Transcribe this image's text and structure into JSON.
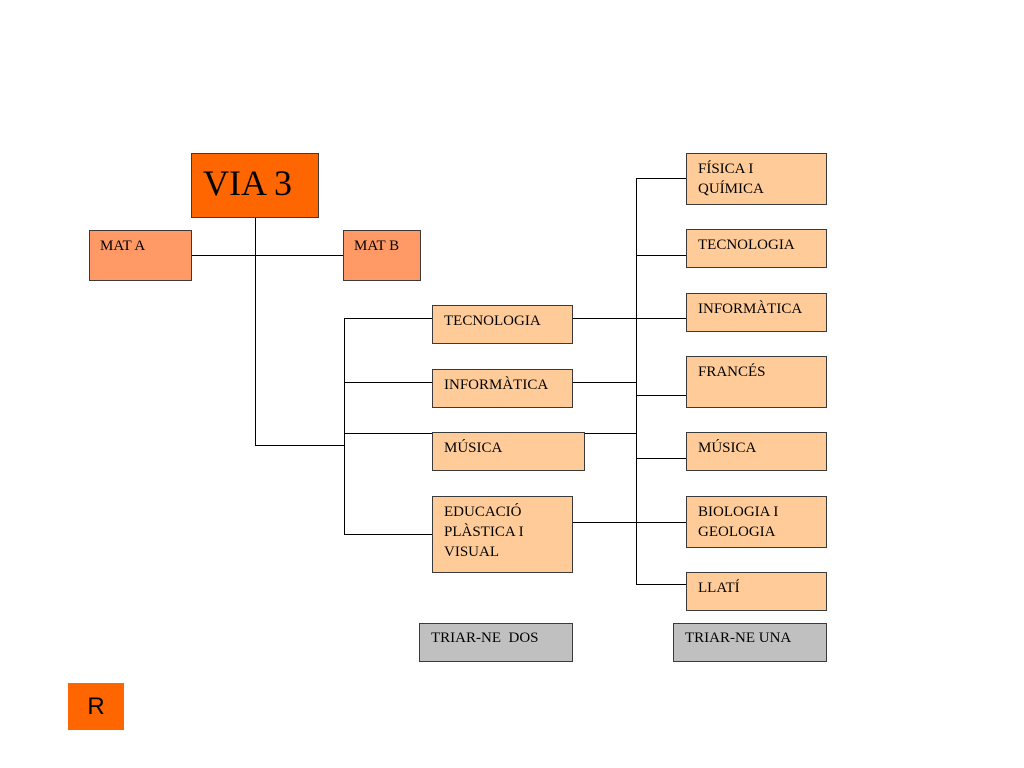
{
  "title": "VIA 3",
  "mat_a": "MAT A",
  "mat_b": "MAT B",
  "middle_subjects": [
    "TECNOLOGIA",
    "INFORMÀTICA",
    "MÚSICA",
    "EDUCACIÓ\nPLÀSTICA I\nVISUAL"
  ],
  "right_subjects": [
    "FÍSICA I\nQUÍMICA",
    "TECNOLOGIA",
    "INFORMÀTICA",
    "FRANCÉS",
    "MÚSICA",
    "BIOLOGIA I\nGEOLOGIA",
    "LLATÍ"
  ],
  "choose_two": "TRIAR-NE  DOS",
  "choose_one": "TRIAR-NE UNA",
  "nav_button": "R",
  "colors": {
    "title": "#ff6600",
    "mat": "#ff9966",
    "subject": "#ffcc99",
    "note": "#c0c0c0",
    "nav_button": "#ff6600"
  }
}
